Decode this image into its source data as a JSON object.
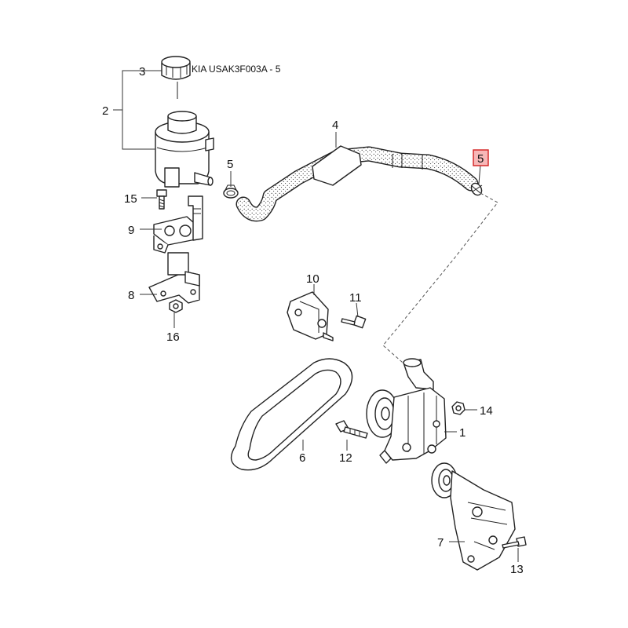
{
  "reference_code": "KIA USAK3F003A - 5",
  "callouts": [
    {
      "id": "c1",
      "text": "1"
    },
    {
      "id": "c2",
      "text": "2"
    },
    {
      "id": "c3",
      "text": "3"
    },
    {
      "id": "c4",
      "text": "4"
    },
    {
      "id": "c5a",
      "text": "5"
    },
    {
      "id": "c5b",
      "text": "5",
      "highlighted": true
    },
    {
      "id": "c6",
      "text": "6"
    },
    {
      "id": "c7",
      "text": "7"
    },
    {
      "id": "c8",
      "text": "8"
    },
    {
      "id": "c9",
      "text": "9"
    },
    {
      "id": "c10",
      "text": "10"
    },
    {
      "id": "c11",
      "text": "11"
    },
    {
      "id": "c12",
      "text": "12"
    },
    {
      "id": "c13",
      "text": "13"
    },
    {
      "id": "c14",
      "text": "14"
    },
    {
      "id": "c15",
      "text": "15"
    },
    {
      "id": "c16",
      "text": "16"
    }
  ],
  "highlight_color": "#d21f1f",
  "highlight_fill": "#f7b7b7"
}
